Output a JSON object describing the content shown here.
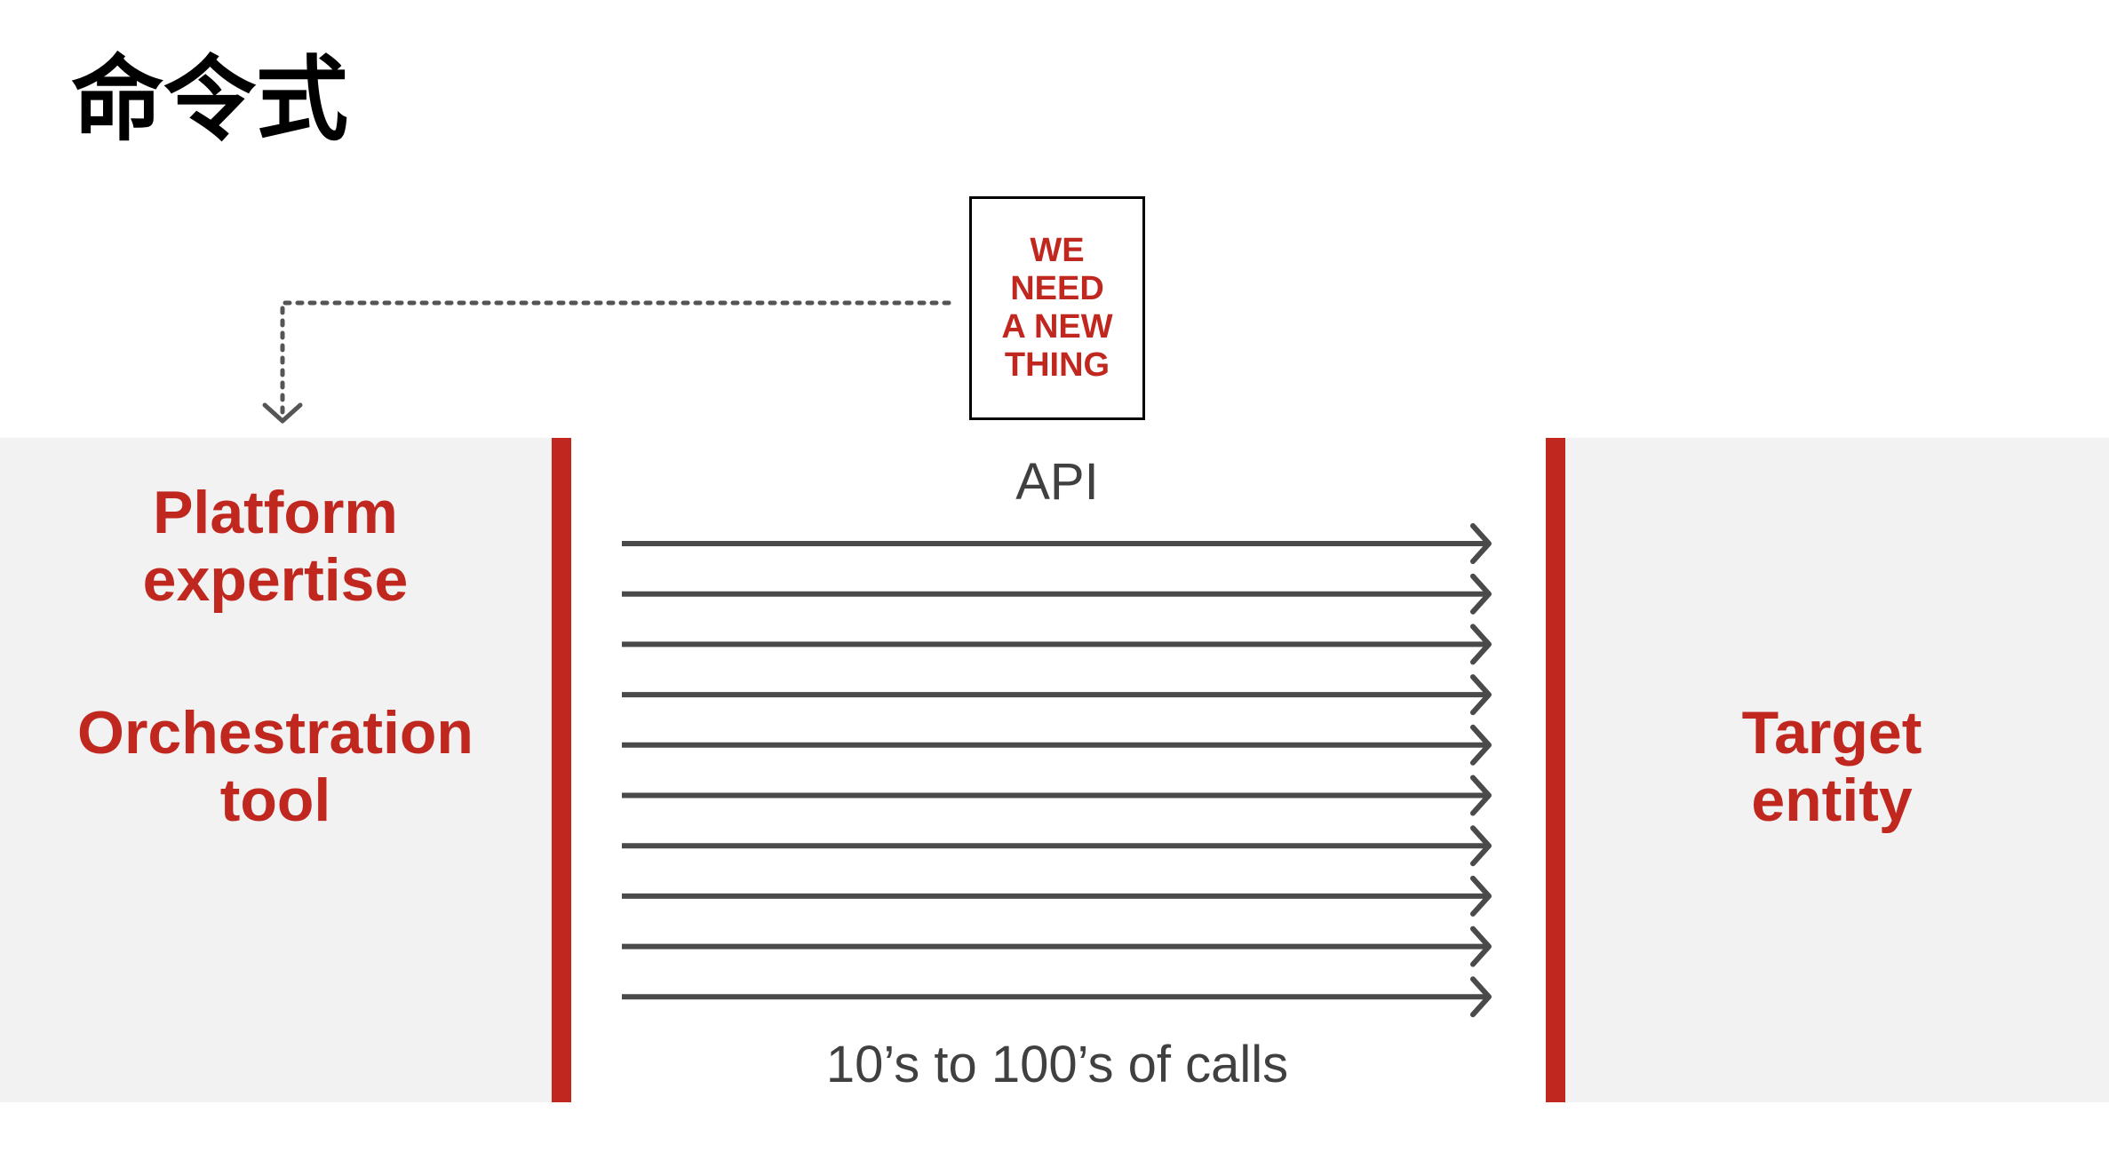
{
  "title": "命令式",
  "left_panel": {
    "label_top": [
      "Platform",
      "expertise"
    ],
    "label_bottom": [
      "Orchestration",
      "tool"
    ]
  },
  "right_panel": {
    "label": [
      "Target",
      "entity"
    ]
  },
  "center": {
    "api_label": "API",
    "calls_label": "10’s to 100’s of calls",
    "arrow_count": 10
  },
  "callout": {
    "lines": [
      "WE",
      "NEED",
      "A NEW",
      "THING"
    ]
  },
  "colors": {
    "accent_red": "#c0271f",
    "arrow_gray": "#4a4a4a",
    "panel_bg": "#f2f2f2",
    "dotted_gray": "#555555"
  },
  "icons": {
    "call_arrow": "arrow-right-icon",
    "dotted_arrow": "chevron-down-icon"
  }
}
